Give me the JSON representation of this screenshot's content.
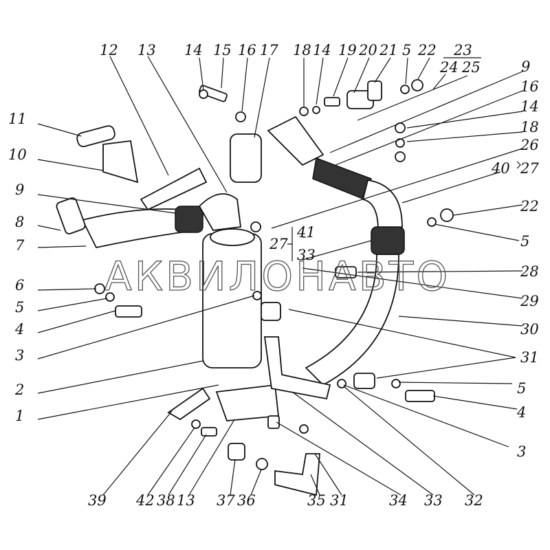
{
  "diagram": {
    "watermark": "АКВИЛОНАВТО",
    "labels": {
      "top": [
        "12",
        "13",
        "14",
        "15",
        "16",
        "17",
        "18",
        "14",
        "19",
        "20",
        "21",
        "5",
        "22",
        "23",
        "24",
        "25"
      ],
      "right": [
        "9",
        "16",
        "14",
        "18",
        "26",
        "40",
        "27",
        "22",
        "5",
        "28",
        "29",
        "30",
        "31",
        "5",
        "4",
        "3"
      ],
      "left": [
        "11",
        "10",
        "9",
        "8",
        "7",
        "6",
        "5",
        "4",
        "3",
        "2",
        "1"
      ],
      "bottom": [
        "39",
        "42",
        "38",
        "13",
        "37",
        "36",
        "35",
        "31",
        "34",
        "33",
        "32"
      ],
      "middle": [
        "27",
        "41",
        "33"
      ]
    }
  }
}
